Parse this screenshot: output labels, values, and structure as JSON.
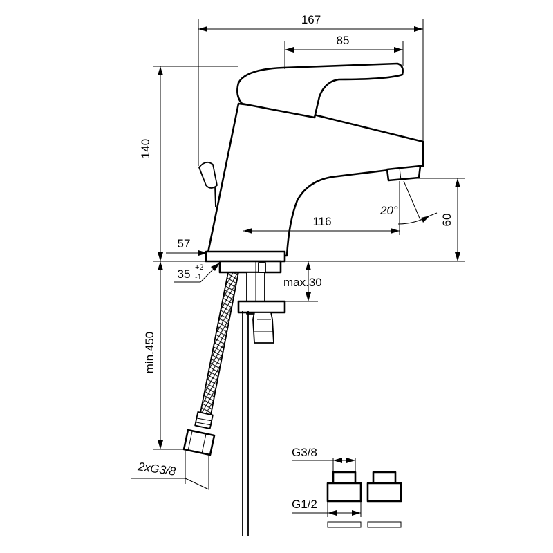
{
  "dimensions": {
    "overall_width": "167",
    "handle_reach": "85",
    "total_height": "140",
    "spout_reach": "116",
    "spout_height": "60",
    "body_diameter": "57",
    "mount_hole": "35",
    "mount_hole_tol_plus": "+2",
    "mount_hole_tol_minus": "-1",
    "countertop_thickness": "max.30",
    "hose_length": "min.450",
    "hose_connection": "2xG3/8",
    "spray_angle": "20°"
  },
  "adapters": {
    "top_thread": "G3/8",
    "bottom_thread": "G1/2"
  }
}
